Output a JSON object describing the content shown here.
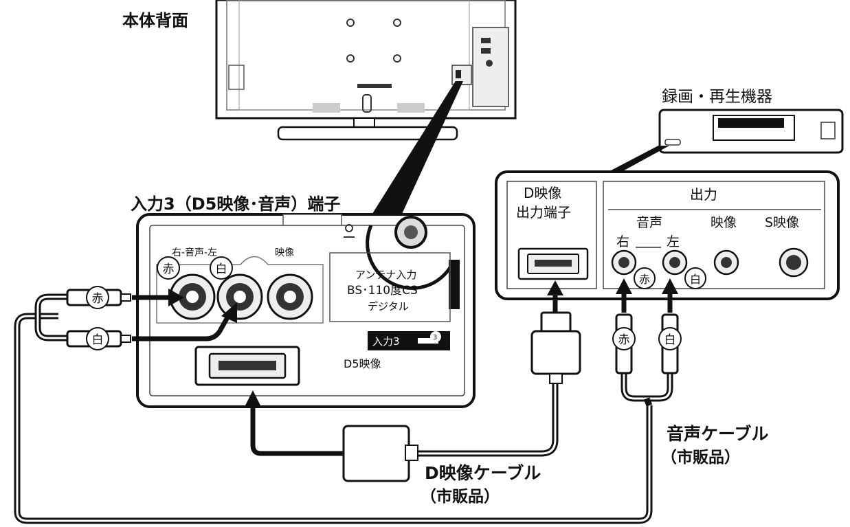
{
  "labels": {
    "tv_back": "本体背面",
    "recorder": "録画・再生機器",
    "input_terminal": "入力3（D5映像･音声）端子",
    "d_out_line1": "D映像",
    "d_out_line2": "出力端子",
    "output": "出力",
    "audio": "音声",
    "video": "映像",
    "s_video": "S映像",
    "right": "右",
    "left": "左",
    "panel_audio": "右-音声-左",
    "panel_video": "映像",
    "antenna_line1": "アンテナ入力",
    "antenna_line2": "BS･110度CS",
    "antenna_line3": "デジタル",
    "input3_badge": "入力3",
    "badge_num": "3",
    "d5_video": "D5映像",
    "d_cable_line1": "D映像ケーブル",
    "d_cable_line2": "（市販品）",
    "audio_cable_line1": "音声ケーブル",
    "audio_cable_line2": "（市販品）"
  },
  "markers": {
    "red": "赤",
    "white": "白"
  }
}
